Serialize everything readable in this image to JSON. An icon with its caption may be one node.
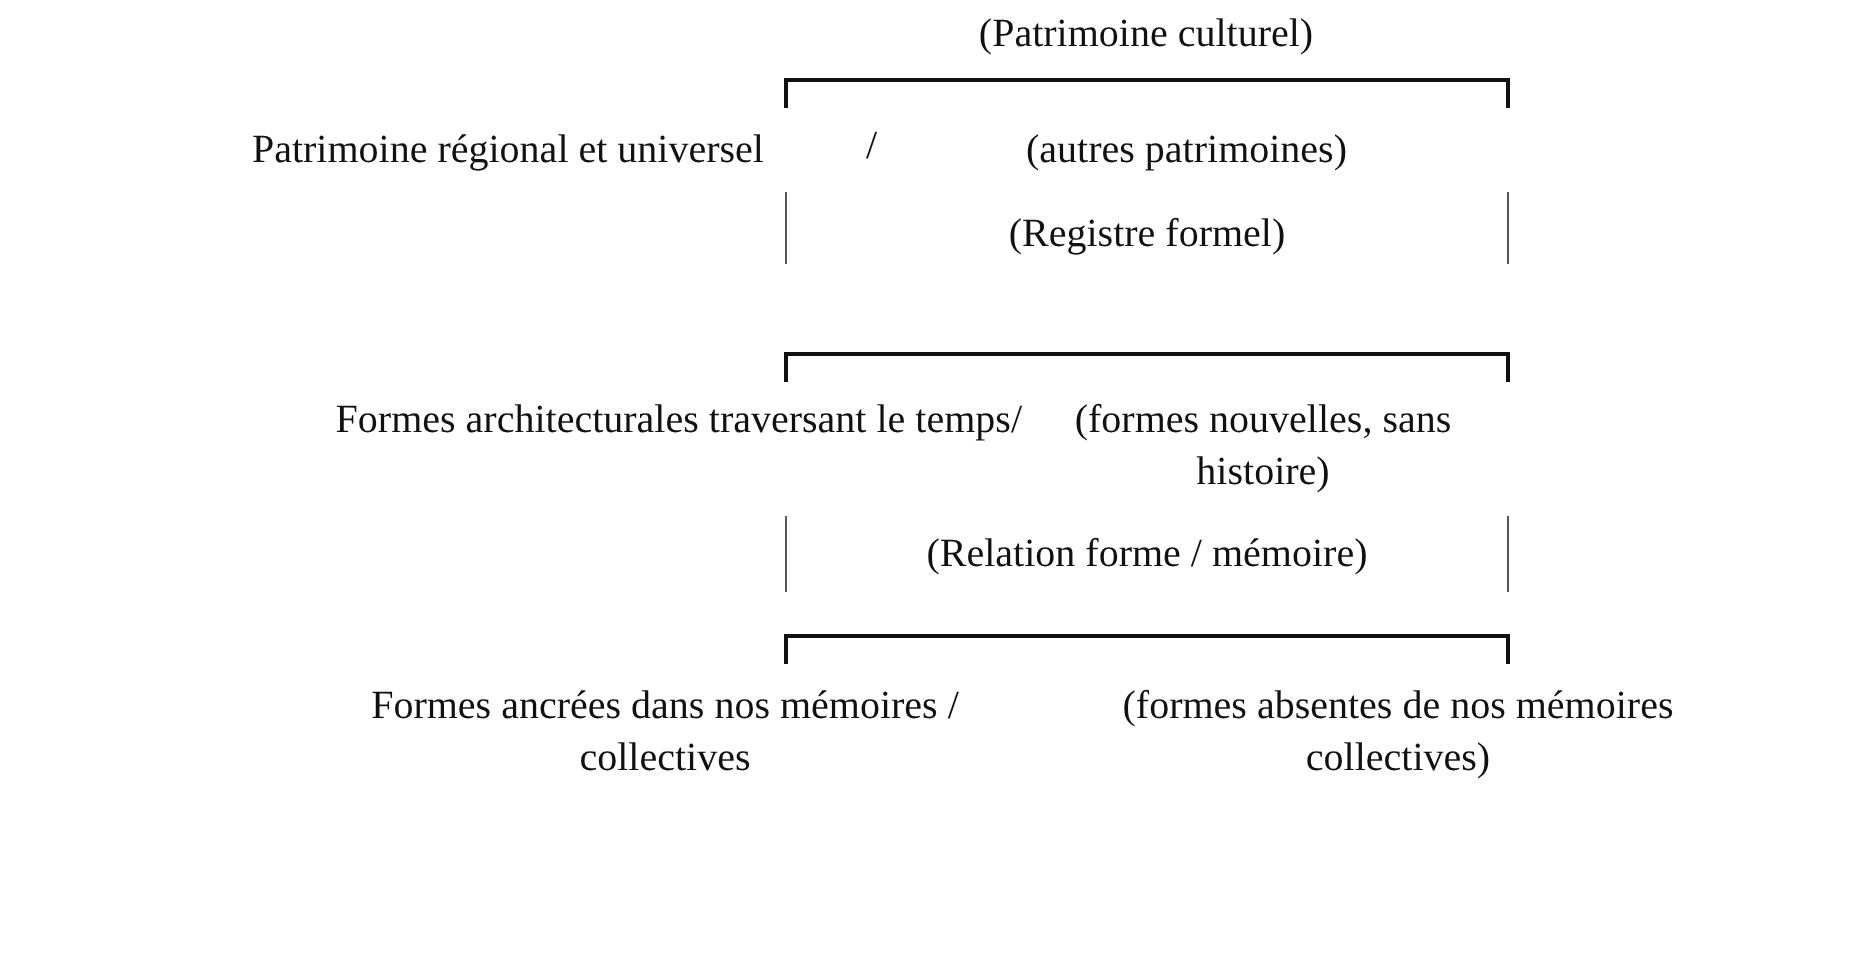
{
  "diagram": {
    "nodes": [
      {
        "text": [
          "(Patrimoine culturel)"
        ]
      },
      {
        "text": [
          "Patrimoine régional et universel"
        ]
      },
      {
        "text": [
          "(autres patrimoines)"
        ]
      },
      {
        "text": [
          "(Registre formel)"
        ]
      },
      {
        "text": [
          "Formes architecturales traversant le temps/"
        ]
      },
      {
        "text": [
          "(formes nouvelles, sans histoire)"
        ]
      },
      {
        "text": [
          "(Relation forme / mémoire)"
        ]
      },
      {
        "text": [
          "Formes ancrées dans nos mémoires / collectives"
        ]
      },
      {
        "text": [
          "(formes absentes de nos mémoires collectives)"
        ]
      }
    ],
    "labels": [
      "/"
    ]
  }
}
